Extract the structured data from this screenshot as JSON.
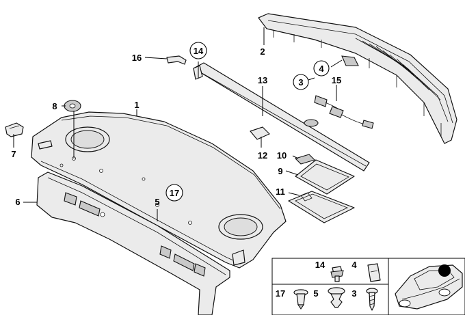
{
  "labels": {
    "p1": "1",
    "p2": "2",
    "p3": "3",
    "p4": "4",
    "p5": "5",
    "p6": "6",
    "p7": "7",
    "p8": "8",
    "p9": "9",
    "p10": "10",
    "p11": "11",
    "p12": "12",
    "p13": "13",
    "p14": "14",
    "p15": "15",
    "p16": "16",
    "p17": "17"
  },
  "legend": {
    "row1": [
      "14",
      "4"
    ],
    "row2": [
      "17",
      "5",
      "3"
    ]
  },
  "colors": {
    "line": "#111111",
    "part_fill": "#ebebeb",
    "background": "#ffffff"
  }
}
